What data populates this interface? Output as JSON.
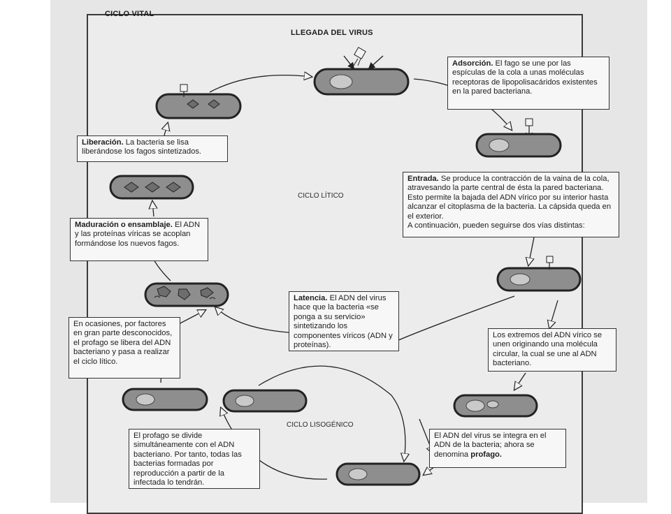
{
  "title": "CICLO VITAL",
  "arrival_label": "LLEGADA DEL VIRUS",
  "lytic_label": "CICLO LÍTICO",
  "lysogenic_label": "CICLO LISOGÉNICO",
  "boxes": {
    "adsorcion": {
      "head": "Adsorción.",
      "text": " El fago se une por las espículas de la cola a unas moléculas receptoras de lipopolisacáridos existentes en la pared bacteriana."
    },
    "entrada": {
      "head": "Entrada.",
      "text": " Se produce la contracción de la vaina de la cola, atravesando la parte central de ésta la pared bacteriana. Esto permite la bajada del ADN vírico por su interior hasta alcanzar el citoplasma de la bacteria. La cápsida queda en el exterior.",
      "text2": "A continuación, pueden seguirse dos vías distintas:"
    },
    "latencia": {
      "head": "Latencia.",
      "text": " El ADN del virus hace que la bacteria «se ponga a su servicio» sintetizando los componentes víricos (ADN y proteínas)."
    },
    "maduracion": {
      "head": "Maduración o ensamblaje.",
      "text": " El ADN y las proteínas víricas se acoplan formándose los nuevos fagos."
    },
    "liberacion": {
      "head": "Liberación.",
      "text": " La bacteria se lisa liberándose los fagos sintetizados."
    },
    "ocasiones": {
      "text": "En ocasiones, por factores en gran parte desconocidos, el profago se libera del ADN bacteriano y pasa a realizar el ciclo lítico."
    },
    "extremos": {
      "text": "Los extremos del ADN vírico se unen originando una molécula circular, la cual se une al ADN bacteriano."
    },
    "integra": {
      "text": "El ADN del virus se integra en el ADN de la bacteria; ahora se denomina ",
      "bold": "profago."
    },
    "divide": {
      "text": "El profago se divide simultáneamente con el ADN bacteriano. Por tanto, todas las bacterias formadas por reproducción a partir de la infectada lo tendrán."
    }
  },
  "colors": {
    "cell_fill": "#8e8e8e",
    "cell_stroke": "#222222",
    "nucleoid": "#c9c9c9",
    "frame": "#3a3a3a",
    "box_bg": "#f7f7f7"
  }
}
